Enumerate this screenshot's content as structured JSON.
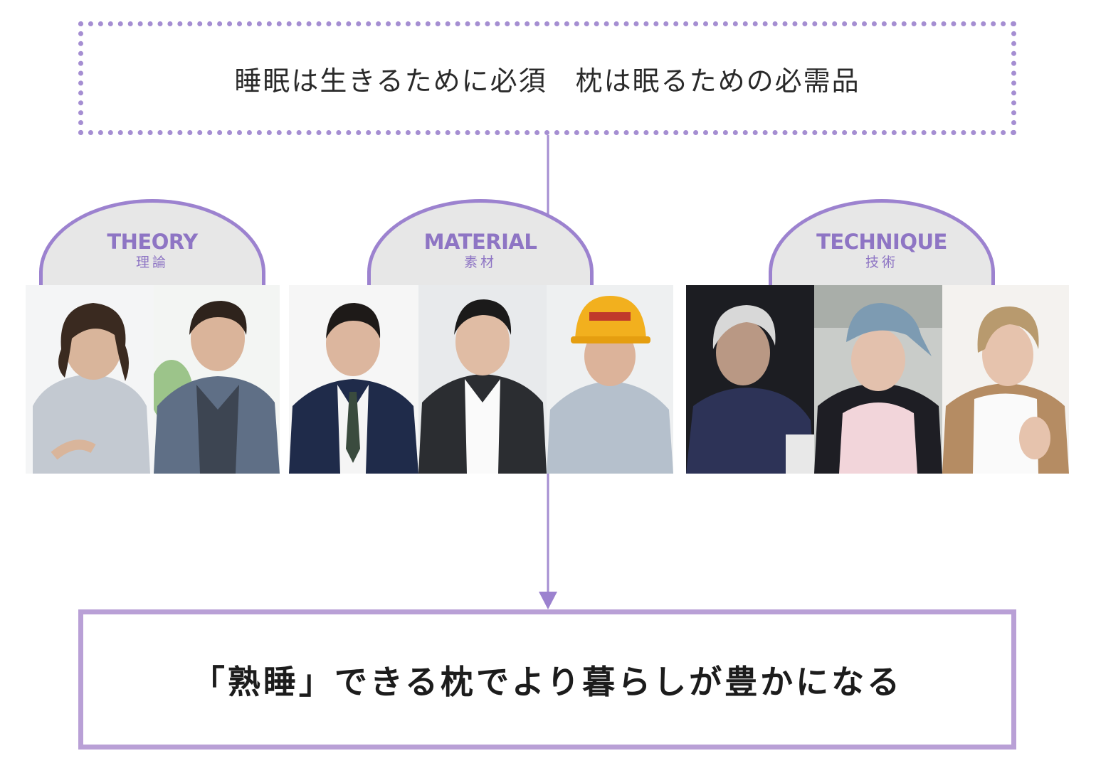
{
  "top_box": {
    "text": "睡眠は生きるために必須　枕は眠るための必需品"
  },
  "categories": [
    {
      "title": "THEORY",
      "subtitle": "理論"
    },
    {
      "title": "MATERIAL",
      "subtitle": "素材"
    },
    {
      "title": "TECHNIQUE",
      "subtitle": "技術"
    }
  ],
  "bottom_box": {
    "text": "「熟睡」できる枕でより暮らしが豊かになる"
  },
  "colors": {
    "accent": "#9c82cf",
    "accent_light": "#b9a0d6",
    "dome_fill": "#e7e7e7",
    "text_dark": "#1c1c1c"
  }
}
